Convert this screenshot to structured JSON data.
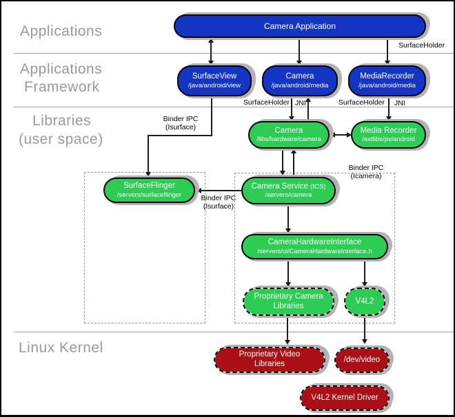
{
  "layers": {
    "applications": "Applications",
    "framework_line1": "Applications",
    "framework_line2": "Framework",
    "libraries_line1": "Libraries",
    "libraries_line2": "(user space)",
    "kernel": "Linux Kernel"
  },
  "nodes": {
    "camera_application": {
      "title": "Camera Application"
    },
    "surface_view": {
      "title": "SurfaceView",
      "path": "/java/android/view"
    },
    "camera_framework": {
      "title": "Camera",
      "path": "/java/android/media"
    },
    "media_recorder_framework": {
      "title": "MediaRecorder",
      "path": "/java/android/media"
    },
    "camera_lib": {
      "title": "Camera",
      "path": "/libs/hardware/camera"
    },
    "media_recorder_lib": {
      "title": "Media Recorder",
      "path": "/extlibs/pv/android"
    },
    "surface_flinger": {
      "title": "SurfaceFlinger",
      "path": "/servers/surfaceflinger"
    },
    "camera_service": {
      "title": "Camera Service",
      "suffix": "(ICS)",
      "path": "/servers/camera"
    },
    "camera_hardware_interface": {
      "title": "CameraHardwareInterface",
      "path": "/servers/ui/CameraHardwareInterface.h"
    },
    "proprietary_camera_libraries": {
      "title": "Proprietary Camera Libraries"
    },
    "v4l2": {
      "title": "V4L2"
    },
    "proprietary_video_libraries": {
      "title": "Proprietary Video Libraries"
    },
    "dev_video": {
      "title": "/dev/video"
    },
    "v4l2_kernel_driver": {
      "title": "V4L2 Kernel Driver"
    }
  },
  "edge_labels": {
    "surface_holder_top": "SurfaceHolder",
    "surface_holder_camera": "SurfaceHolder",
    "jni_camera": "JNI",
    "surface_holder_media": "SurfaceHolder",
    "jni_media": "JNI",
    "binder_ipc_isurface_top_line1": "Binder IPC",
    "binder_ipc_isurface_top_line2": "(Isurface)",
    "binder_ipc_isurface_mid_line1": "Binder IPC",
    "binder_ipc_isurface_mid_line2": "(Isurface)",
    "binder_ipc_icamera_line1": "Binder IPC",
    "binder_ipc_icamera_line2": "(Icamera)"
  },
  "colors": {
    "blue": "#1435c4",
    "green": "#2ecc55",
    "red": "#aa1015",
    "shadow": "#b3b3b3",
    "gray_text": "#999999",
    "line": "#1a1a1a",
    "sep": "#a0a0a0"
  }
}
